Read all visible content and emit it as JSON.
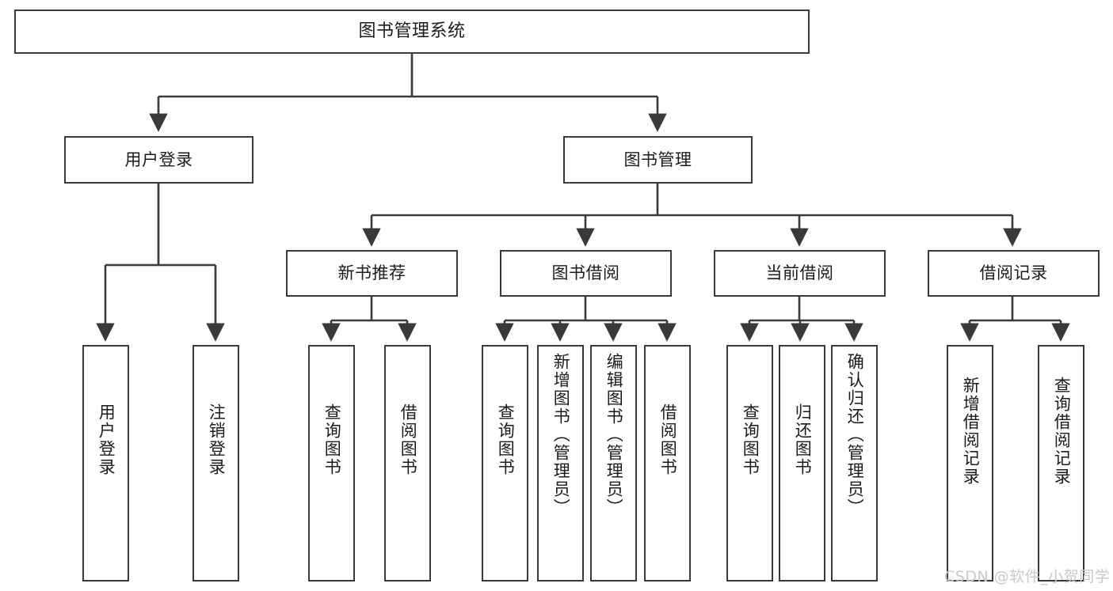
{
  "diagram": {
    "type": "tree",
    "title": "图书管理系统",
    "watermark": "CSDN @软件_小贺同学",
    "colors": {
      "stroke": "#3a3a3a",
      "fill": "#ffffff",
      "text": "#1b1b1b",
      "watermark": "#c9c9c9"
    },
    "nodes": {
      "root": {
        "label": "图书管理系统"
      },
      "level2": [
        {
          "label": "用户登录"
        },
        {
          "label": "图书管理"
        }
      ],
      "level3": [
        {
          "label": "新书推荐"
        },
        {
          "label": "图书借阅"
        },
        {
          "label": "当前借阅"
        },
        {
          "label": "借阅记录"
        }
      ],
      "leaves": {
        "user_login": [
          {
            "label": "用户登录"
          },
          {
            "label": "注销登录"
          }
        ],
        "new_book": [
          {
            "label": "查询图书"
          },
          {
            "label": "借阅图书"
          }
        ],
        "book_borrow": [
          {
            "label": "查询图书"
          },
          {
            "label": "新增图书（管理员）"
          },
          {
            "label": "编辑图书（管理员）"
          },
          {
            "label": "借阅图书"
          }
        ],
        "current_borrow": [
          {
            "label": "查询图书"
          },
          {
            "label": "归还图书"
          },
          {
            "label": "确认归还（管理员）"
          }
        ],
        "borrow_record": [
          {
            "label": "新增借阅记录"
          },
          {
            "label": "查询借阅记录"
          }
        ]
      }
    }
  }
}
